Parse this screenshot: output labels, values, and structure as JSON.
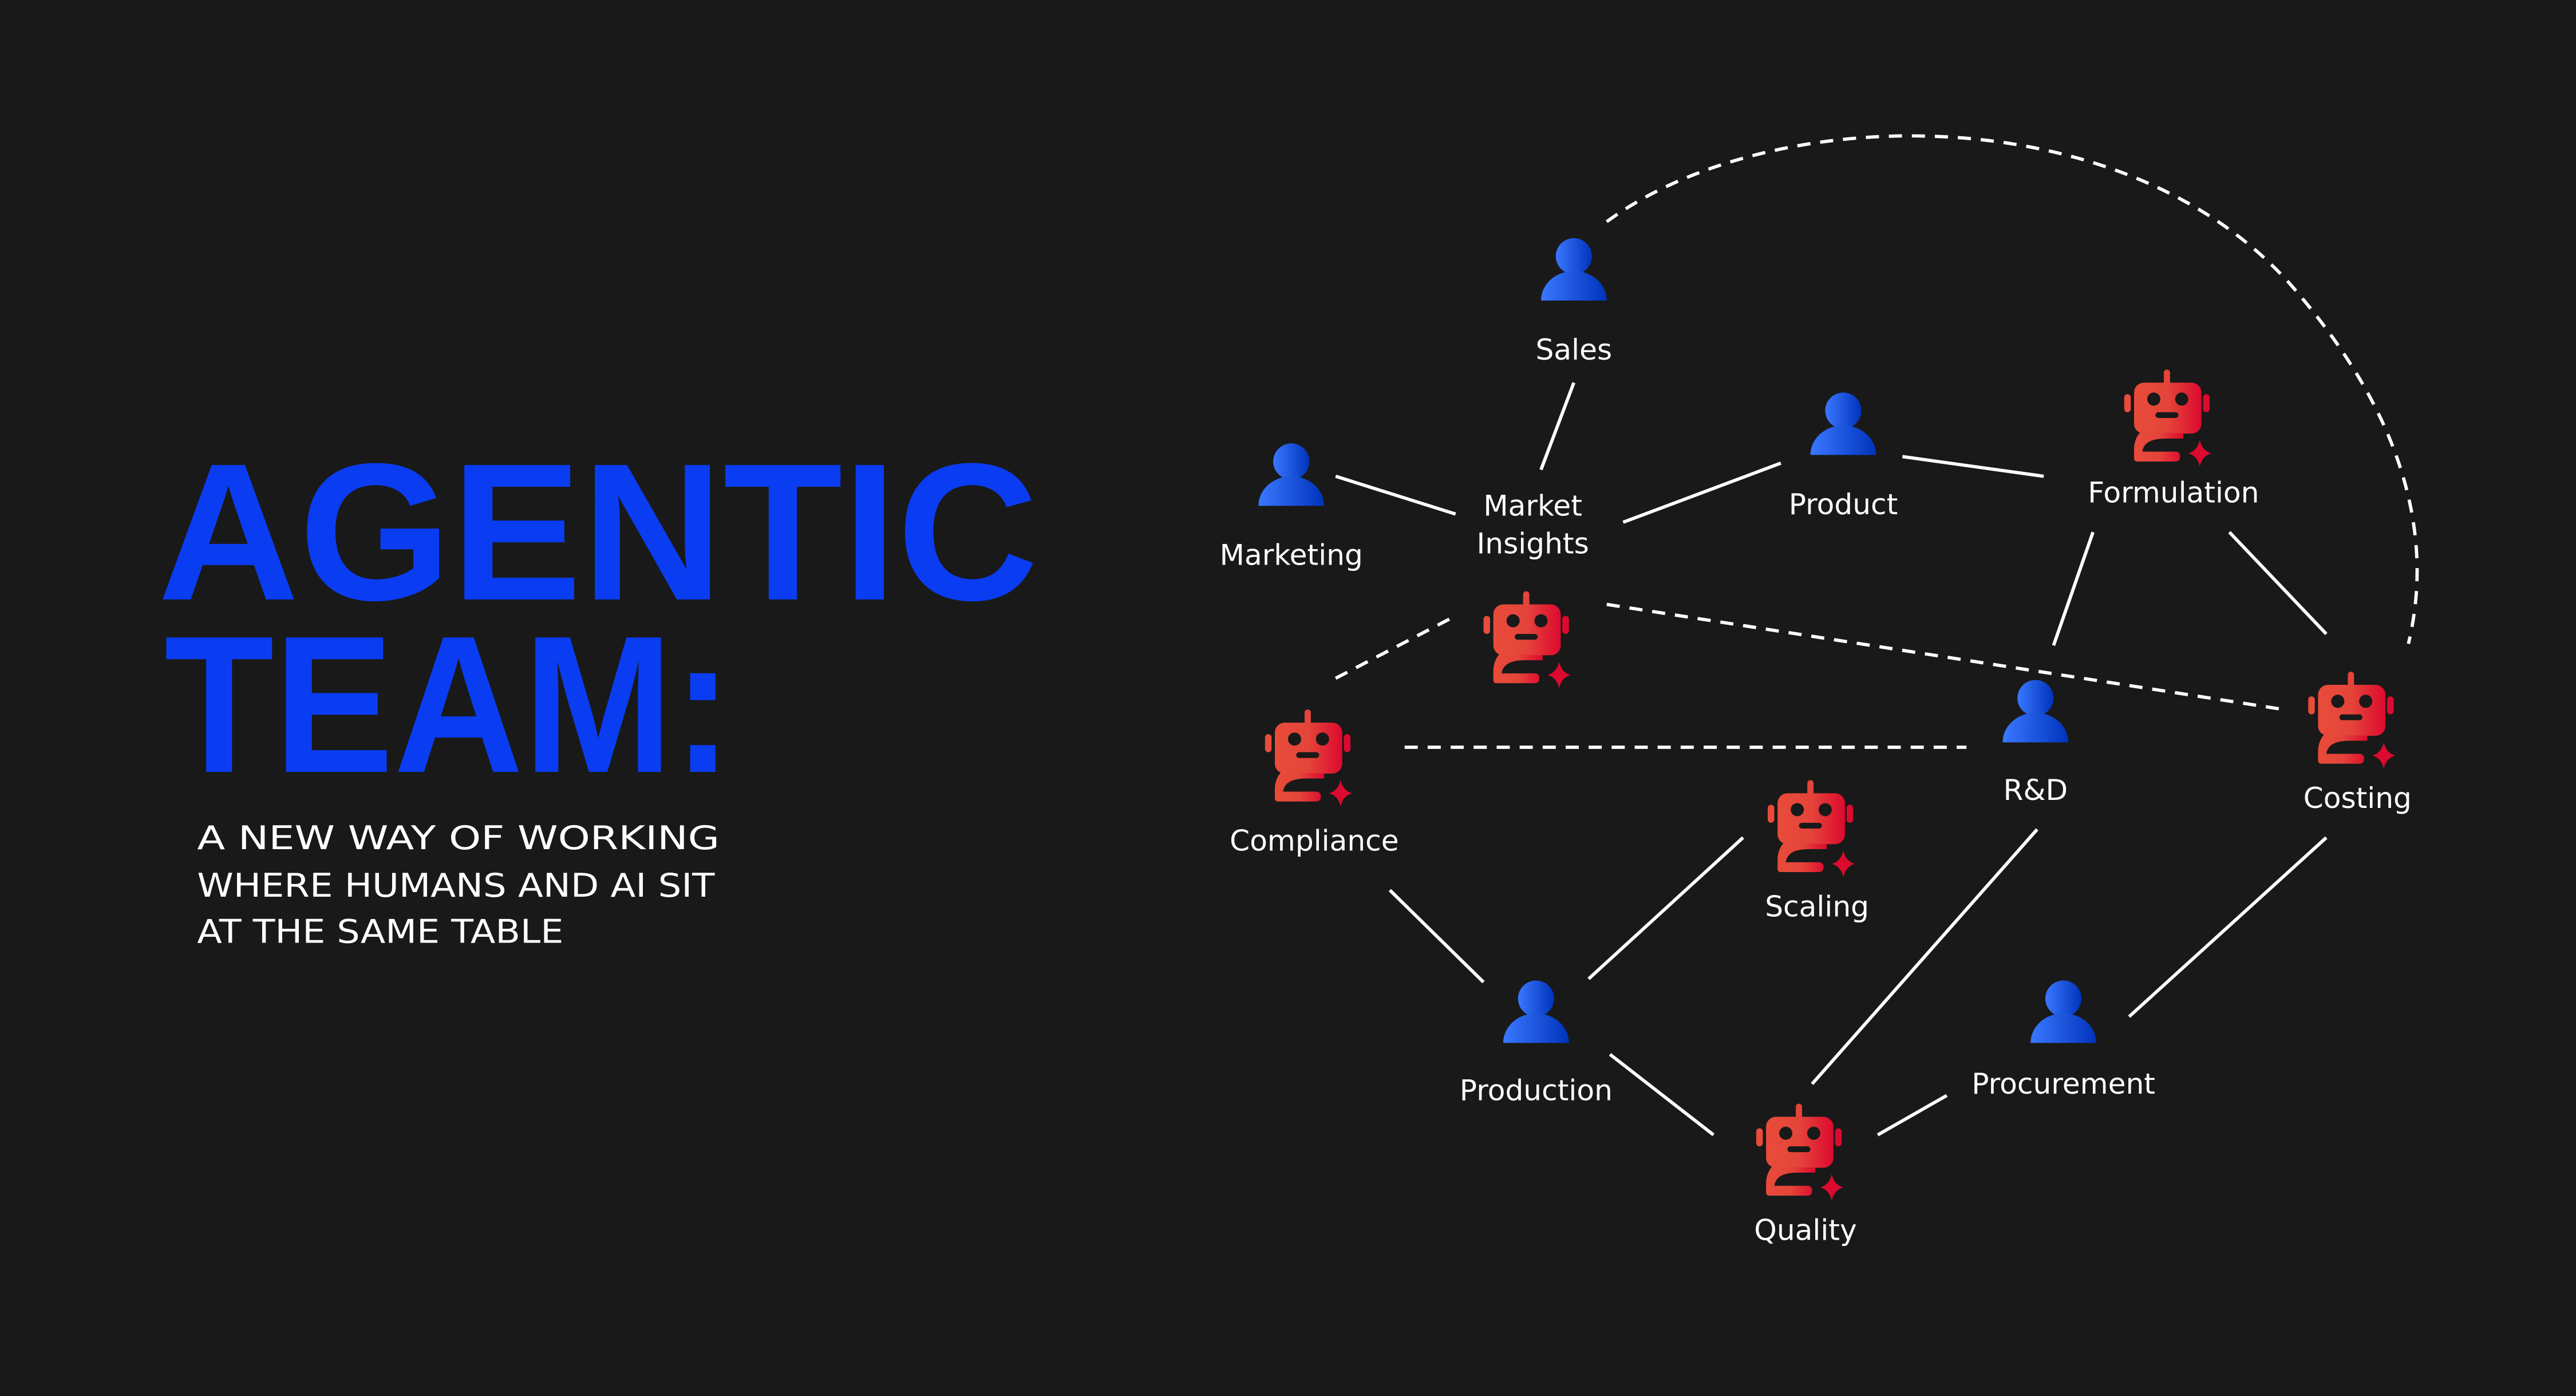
{
  "headline": {
    "line1": "AGENTIC",
    "line2": "TEAM:"
  },
  "subtitle": [
    "A NEW WAY OF WORKING",
    "WHERE HUMANS AND AI SIT",
    "AT THE SAME TABLE"
  ],
  "colors": {
    "background": "#191919",
    "title": "#0a3cf2",
    "human_gradient": [
      "#3a78ff",
      "#0033bb"
    ],
    "ai_gradient": [
      "#e84c3a",
      "#dc0a2e"
    ],
    "lines": "#ffffff"
  },
  "legend_icons": {
    "human": "person-icon",
    "ai": "robot-sparkle-icon"
  },
  "nodes": [
    {
      "id": "sales",
      "label": [
        "Sales"
      ],
      "type": "human"
    },
    {
      "id": "marketing",
      "label": [
        "Marketing"
      ],
      "type": "human"
    },
    {
      "id": "market-insights",
      "label": [
        "Market",
        "Insights"
      ],
      "type": "ai"
    },
    {
      "id": "product",
      "label": [
        "Product"
      ],
      "type": "human"
    },
    {
      "id": "formulation",
      "label": [
        "Formulation"
      ],
      "type": "ai"
    },
    {
      "id": "compliance",
      "label": [
        "Compliance"
      ],
      "type": "ai"
    },
    {
      "id": "rnd",
      "label": [
        "R&D"
      ],
      "type": "human"
    },
    {
      "id": "costing",
      "label": [
        "Costing"
      ],
      "type": "ai"
    },
    {
      "id": "scaling",
      "label": [
        "Scaling"
      ],
      "type": "ai"
    },
    {
      "id": "production",
      "label": [
        "Production"
      ],
      "type": "human"
    },
    {
      "id": "procurement",
      "label": [
        "Procurement"
      ],
      "type": "human"
    },
    {
      "id": "quality",
      "label": [
        "Quality"
      ],
      "type": "ai"
    }
  ],
  "edges": [
    {
      "from": "sales",
      "to": "market-insights",
      "style": "solid"
    },
    {
      "from": "marketing",
      "to": "market-insights",
      "style": "solid"
    },
    {
      "from": "market-insights",
      "to": "product",
      "style": "solid"
    },
    {
      "from": "product",
      "to": "formulation",
      "style": "solid"
    },
    {
      "from": "formulation",
      "to": "rnd",
      "style": "solid"
    },
    {
      "from": "formulation",
      "to": "costing",
      "style": "solid"
    },
    {
      "from": "compliance",
      "to": "production",
      "style": "solid"
    },
    {
      "from": "production",
      "to": "scaling",
      "style": "solid"
    },
    {
      "from": "rnd",
      "to": "quality",
      "style": "solid"
    },
    {
      "from": "production",
      "to": "quality",
      "style": "solid"
    },
    {
      "from": "quality",
      "to": "procurement",
      "style": "solid"
    },
    {
      "from": "procurement",
      "to": "costing",
      "style": "solid"
    },
    {
      "from": "compliance",
      "to": "market-insights",
      "style": "dashed"
    },
    {
      "from": "market-insights",
      "to": "costing",
      "style": "dashed"
    },
    {
      "from": "compliance",
      "to": "rnd",
      "style": "dashed"
    },
    {
      "from": "sales",
      "to": "costing",
      "style": "dashed"
    }
  ]
}
